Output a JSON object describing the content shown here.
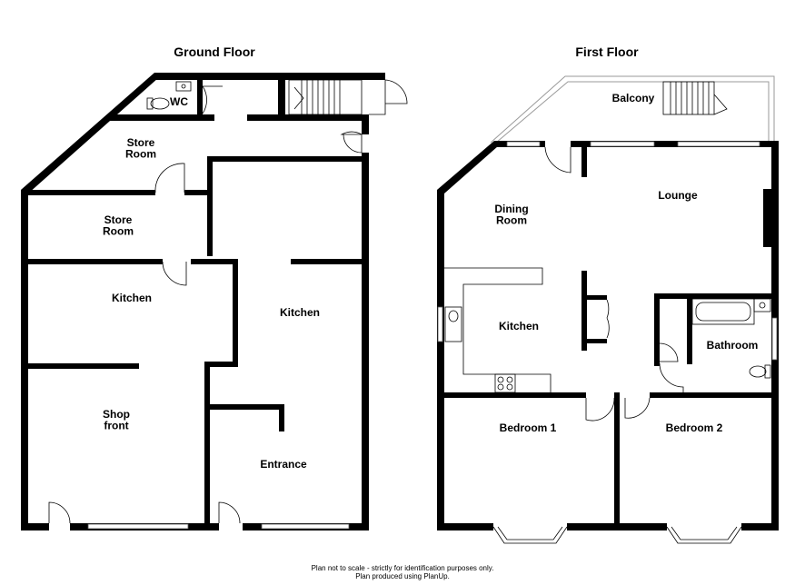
{
  "ground_floor": {
    "title": "Ground Floor",
    "rooms": {
      "wc": "WC",
      "store_room_1": "Store\nRoom",
      "store_room_2": "Store\nRoom",
      "kitchen_left": "Kitchen",
      "kitchen_right": "Kitchen",
      "shop_front": "Shop\nfront",
      "entrance": "Entrance"
    }
  },
  "first_floor": {
    "title": "First Floor",
    "rooms": {
      "balcony": "Balcony",
      "dining_room": "Dining\nRoom",
      "lounge": "Lounge",
      "kitchen": "Kitchen",
      "bathroom": "Bathroom",
      "bedroom_1": "Bedroom 1",
      "bedroom_2": "Bedroom 2"
    }
  },
  "footer": {
    "line1": "Plan not to scale - strictly for identification purposes only.",
    "line2": "Plan produced using PlanUp."
  },
  "colors": {
    "wall": "#000000",
    "fixture": "#555555",
    "balcony_outline": "#9a9a9a"
  }
}
